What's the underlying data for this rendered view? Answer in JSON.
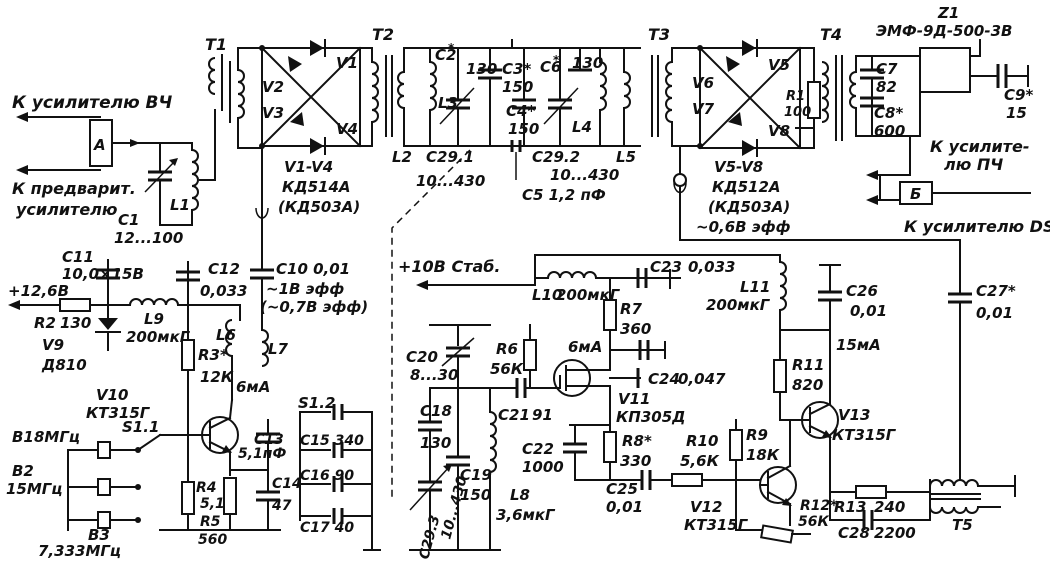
{
  "top": {
    "t1": "T1",
    "t2": "T2",
    "t3": "T3",
    "t4": "T4",
    "z1": "Z1",
    "z1_type": "ЭМФ-9Д-500-3В",
    "v1": "V1",
    "v2": "V2",
    "v3": "V3",
    "v4": "V4",
    "v5": "V5",
    "v6": "V6",
    "v7": "V7",
    "v8": "V8",
    "v1v4": "V1-V4",
    "diode_a": "КД514А",
    "diode_a_alt": "(КД503А)",
    "v5v8": "V5-V8",
    "diode_b": "КД512А",
    "diode_b_alt": "(КД503А)",
    "level_06": "~0,6В эфф",
    "c2": "C2",
    "c2_star": "*",
    "c2_val": "130",
    "c3": "C3*",
    "c3_val": "150",
    "c4": "C4*",
    "c4_val": "150",
    "c6": "C6",
    "c6_star": "*",
    "c6_val": "130",
    "l2": "L2",
    "l3": "L3",
    "l4": "L4",
    "l5": "L5",
    "c29_1": "C29.1",
    "c29_2": "C29.2",
    "c29_range1": "10...430",
    "c29_range2": "10...430",
    "c5": "C5 1,2 пФ",
    "r1": "R1",
    "r1_val": "100",
    "c7": "C7",
    "c7_val": "82",
    "c8": "C8*",
    "c8_val": "600",
    "c9": "C9*",
    "c9_val": "15",
    "to_hf_amp": "К усилителю ВЧ",
    "to_preamp_1": "К предварит.",
    "to_preamp_2": "усилителю",
    "node_a": "А",
    "node_b": "Б",
    "c1": "C1",
    "c1_val": "12...100",
    "l1": "L1",
    "to_if_amp_1": "К усилите-",
    "to_if_amp_2": "лю ПЧ",
    "to_dsb_amp": "К усилителю DSB"
  },
  "oscillator": {
    "c11": "C11",
    "c11_val": "10,0×15В",
    "supply": "+12,6В",
    "r2": "R2",
    "r2_val": "130",
    "v9": "V9",
    "v9_type": "Д810",
    "l9": "L9",
    "l9_val": "200мкГ",
    "c12": "C12",
    "c12_val": "0,033",
    "l6": "L6",
    "r3": "R3*",
    "r3_val": "12К",
    "cur_6ma_a": "6мА",
    "c10": "C10 0,01",
    "lvl_1v": "~1В эфф",
    "lvl_07": "(~0,7В эфф)",
    "l7": "L7",
    "v10": "V10",
    "v10_type": "КТ315Г",
    "b1": "B1",
    "b1_freq": "8МГц",
    "b2": "B2",
    "b2_freq": "15МГц",
    "b3": "B3",
    "b3_freq": "7,333МГц",
    "s11": "S1.1",
    "s12": "S1.2",
    "c13": "C13",
    "c13_val": "5,1пФ",
    "c14": "C14",
    "c14_val": "47",
    "r4": "R4",
    "r4_val": "5,1К",
    "r5": "R5",
    "r5_val": "560",
    "c15": "C15 340",
    "c16": "C16 90",
    "c17": "C17 40"
  },
  "vfo": {
    "plus10": "+10В Стаб.",
    "l10": "L10",
    "l10_val": "200мкГ",
    "c23": "C23",
    "c23_val": "0,033",
    "l11": "L11",
    "l11_val": "200мкГ",
    "r7": "R7",
    "r7_val": "360",
    "c26": "C26",
    "c26_val": "0,01",
    "c27": "C27*",
    "c27_val": "0,01",
    "c20": "C20",
    "c20_val": "8...30",
    "r6": "R6",
    "r6_val": "56К",
    "cur_6ma_b": "6мА",
    "cur_15ma": "15мА",
    "r11": "R11",
    "r11_val": "820",
    "c24": "C24",
    "c24_val": "0,047",
    "c18": "C18",
    "c18_val": "130",
    "c21": "C21",
    "c21_val": "91",
    "v11": "V11",
    "v11_type": "КП305Д",
    "v13": "V13",
    "v13_type": "КТ315Г",
    "c22": "C22",
    "c22_val": "1000",
    "r8": "R8*",
    "r8_val": "330",
    "r10": "R10",
    "r10_val": "5,6К",
    "r9": "R9",
    "r9_val": "18К",
    "c19": "C19",
    "c19_val": "150",
    "l8": "L8",
    "l8_val": "3,6мкГ",
    "c25": "C25",
    "c25_val": "0,01",
    "v12": "V12",
    "v12_type": "КТ315Г",
    "r12": "R12*",
    "r12_val": "56К",
    "r13": "R13",
    "r13_val": "240",
    "c28": "C28",
    "c28_val": "2200",
    "t5": "T5",
    "c29_3": "C29.3",
    "c29_3_range": "10...430"
  }
}
